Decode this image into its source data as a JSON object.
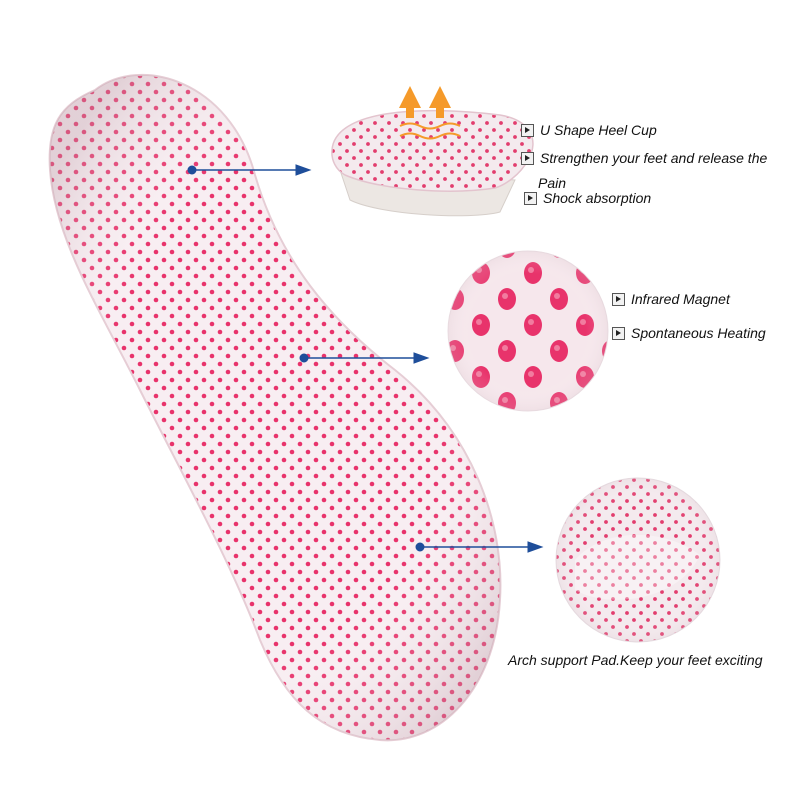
{
  "features": {
    "heel_cup": "U Shape Heel Cup",
    "strengthen": "Strengthen your feet and release the",
    "strengthen_cont": "Pain",
    "shock": "Shock absorption",
    "magnet": "Infrared Magnet",
    "heating": "Spontaneous Heating",
    "arch": "Arch support Pad.Keep your feet exciting"
  },
  "colors": {
    "insole_base": "#f7e9ee",
    "dot": "#e8336b",
    "arrow": "#1f4e9a",
    "heat_arrow": "#f59a2a"
  },
  "icons": [
    "play-bullet-icon",
    "heat-arrow-icon",
    "pointer-arrow-icon"
  ]
}
